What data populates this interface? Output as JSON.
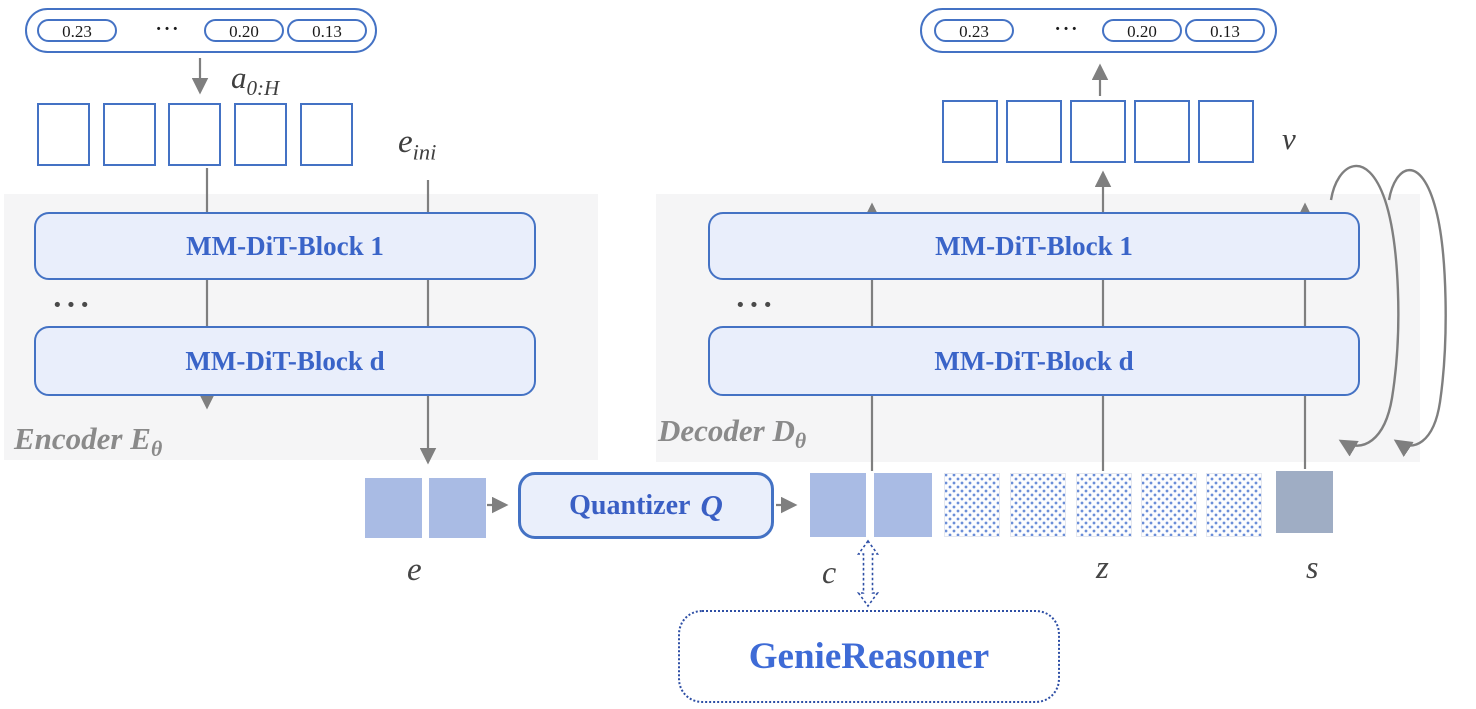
{
  "diagram": {
    "left_capsule": {
      "values": [
        "0.23",
        "0.20",
        "0.13"
      ],
      "dots": "···"
    },
    "right_capsule": {
      "values": [
        "0.23",
        "0.20",
        "0.13"
      ],
      "dots": "···"
    },
    "labels": {
      "action": {
        "base": "a",
        "sub": "0:H"
      },
      "e_ini": {
        "base": "e",
        "sub": "ini"
      },
      "e": "e",
      "v": "v",
      "c": "c",
      "z": "z",
      "s": "s"
    },
    "encoder": {
      "label": "Encoder E",
      "sub": "θ",
      "dots": "···",
      "blocks": [
        "MM-DiT-Block 1",
        "MM-DiT-Block d"
      ]
    },
    "decoder": {
      "label": "Decoder D",
      "sub": "θ",
      "dots": "···",
      "blocks": [
        "MM-DiT-Block 1",
        "MM-DiT-Block d"
      ]
    },
    "quantizer": {
      "label": "Quantizer",
      "symbol": "Q"
    },
    "genie": {
      "label": "GenieReasoner"
    },
    "colors": {
      "border_blue": "#4472c4",
      "block_fill": "#e9eefb",
      "block_text": "#3a64c8",
      "token_fill": "#a9bbe4",
      "state_fill": "#9fadc4",
      "noise_dot": "#6b8ed8",
      "panel_gray": "#f5f5f6",
      "arrow_gray": "#7f7f7f",
      "genie_blue": "#3e6bd6",
      "dotted_blue": "#2e4fa5"
    }
  }
}
